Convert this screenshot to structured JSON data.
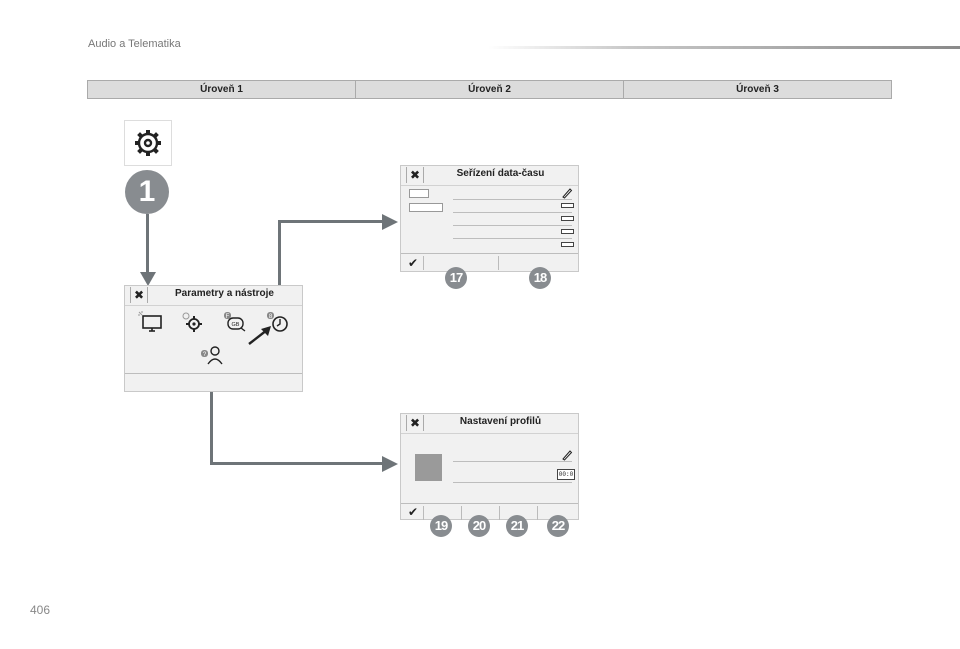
{
  "header": {
    "title": "Audio a Telematika",
    "page_number": "406"
  },
  "levels": [
    "Úroveň 1",
    "Úroveň 2",
    "Úroveň 3"
  ],
  "step1": {
    "number": "1",
    "icon": "gear-icon"
  },
  "panel_tools": {
    "title": "Parametry a nástroje",
    "close_icon": "close-icon",
    "icons": [
      "screen-icon",
      "gear-icon",
      "language-icon",
      "clock-icon",
      "user-profile-icon"
    ],
    "lang_badge_top": "F",
    "lang_badge_bottom": "GB",
    "clock_badge": "8",
    "profile_badge": "?"
  },
  "panel_datetime": {
    "title": "Seřízení data-času",
    "callouts": [
      "17",
      "18"
    ]
  },
  "panel_profiles": {
    "title": "Nastavení profilů",
    "field_value": "00:0",
    "callouts": [
      "19",
      "20",
      "21",
      "22"
    ]
  },
  "colors": {
    "connector": "#6e7478",
    "callout": "#888c90",
    "panel": "#f1f1f1",
    "level_bar": "#dcdcdc"
  }
}
